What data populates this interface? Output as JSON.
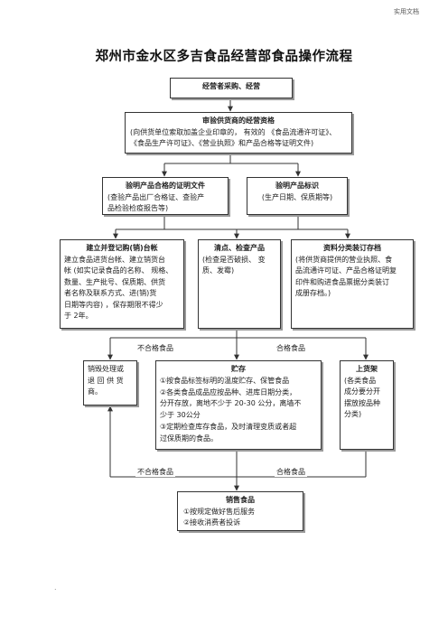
{
  "header_note": "实用文档",
  "title": "郑州市金水区多吉食品经营部食品操作流程",
  "step_purchase": {
    "title": "经营者采购、经营"
  },
  "step_verify_supplier": {
    "title": "审验供货商的经营资格",
    "lines": [
      "(向供货单位索取加盖企业印章的，   有效的 《食品流通许可证》、",
      "《食品生产许可证》、《营业执照》和产品合格等证明文件)"
    ]
  },
  "step_verify_docs": {
    "title": "验明产品合格的证明文件",
    "lines": [
      "(查验产品出厂合格证、查验产",
      "品检验检疫报告等)"
    ]
  },
  "step_verify_label": {
    "title": "验明产品标识",
    "lines": [
      "(生产日期、保质期等)"
    ]
  },
  "step_ledger": {
    "title": "建立并登记购(销)台帐",
    "lines": [
      "建立食品进货台帐、建立销货台",
      "帐 (如实记录食品的名称、 规格、",
      "数量、生产批号、保质期、供货",
      "者名称及联系方式、进(销)货",
      "日期等内容) ，保存期限不得少",
      "于 2年。"
    ]
  },
  "step_inspect": {
    "title": "清点、检查产品",
    "lines": [
      "(检查是否破损、   变",
      "质、发霉)"
    ]
  },
  "step_archive": {
    "title": "资料分类装订存档",
    "lines": [
      "(将供货商提供的营业执照、食",
      "品流通许可证、产品合格证明复",
      "印件和购进食品票据分类装订",
      "成册存档。)"
    ]
  },
  "branch_labels": {
    "fail_1": "不合格食品",
    "pass_1": "合格食品",
    "fail_2": "不合格食品",
    "pass_2": "合格食品"
  },
  "step_dispose": {
    "lines": [
      "销毁处理或",
      "退 回 供 货",
      "商。"
    ]
  },
  "step_storage": {
    "title": "贮存",
    "lines": [
      "①按食品标签标明的温度贮存、保管食品",
      "②各类食品成品应按品种、进库日期分类，",
      "分开存放，离地不少于  20-30 公分，离墙不",
      "少于 30公分",
      "③定期检查库存食品，及时清理变质或者超",
      "过保质期的食品。"
    ]
  },
  "step_shelf": {
    "title": "上货架",
    "lines": [
      "(各类食品",
      "成分要分开",
      "摆放按品种",
      "分类)"
    ]
  },
  "step_sell": {
    "title": "销售食品",
    "lines": [
      "①按规定做好售后服务",
      "②接收消费者投诉"
    ]
  },
  "footer_mark": "."
}
